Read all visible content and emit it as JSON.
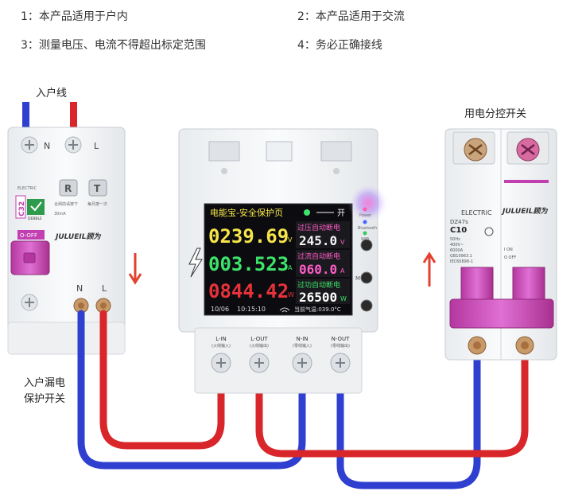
{
  "notes": {
    "n1": "1：本产品适用于户内",
    "n2": "2：本产品适用于交流",
    "n3": "3：测量电压、电流不得超出标定范围",
    "n4": "4：务必正确接线"
  },
  "labels": {
    "incoming_line": "入户线",
    "controlled_breaker": "用电分控开关",
    "leakage_line1": "入户漏电",
    "leakage_line2": "保护开关"
  },
  "leakage_breaker": {
    "terminal_n": "N",
    "terminal_l": "L",
    "terminal_n_bottom": "N",
    "terminal_l_bottom": "L",
    "btn_r": "R",
    "btn_t": "T",
    "brand_small": "ELECTRIC",
    "rating": "C32",
    "status_badge": "DEBBLE",
    "text_r": "合闸前请按下",
    "text_t": "每月按一次",
    "rating_ma": "30mA",
    "onoff": "O-OFF",
    "brand": "JULUEIL顾为"
  },
  "meter": {
    "title": "电能宝-安全保护页",
    "switch_label": "开",
    "voltage": "0239.69",
    "voltage_unit": "V",
    "current": "003.523",
    "current_unit": "A",
    "power": "0844.42",
    "power_unit": "W",
    "ov_label": "过压自动断电",
    "ov_value": "245.0",
    "ov_unit": "V",
    "oc_label": "过流自动断电",
    "oc_value": "060.0",
    "oc_unit": "A",
    "op_label": "过功自动断电",
    "op_value": "26500",
    "op_unit": "W",
    "date": "10/06",
    "time": "10:15:10",
    "temp": "当前气温:039.0°C",
    "led_power": "Power",
    "led_bluetooth": "Bluetooth",
    "led_wifi": "WiFi",
    "btn_m": "M",
    "terminals": [
      {
        "name": "L-IN",
        "sub": "(火线输入)"
      },
      {
        "name": "L-OUT",
        "sub": "(火线输出)"
      },
      {
        "name": "N-IN",
        "sub": "(零线输入)"
      },
      {
        "name": "N-OUT",
        "sub": "(零线输出)"
      }
    ]
  },
  "mcb": {
    "brand_small": "ELECTRIC",
    "model": "DZ47s",
    "rating": "C10",
    "spec1": "50Hz",
    "spec2": "400V~",
    "spec3": "6000A",
    "spec4": "GB10963.1",
    "spec5": "IEC60898-1",
    "on": "I ON",
    "off": "O OFF",
    "brand": "JULUEIL顾为"
  },
  "colors": {
    "live_wire": "#d9262a",
    "neutral_wire": "#2f3fcf",
    "breaker_handle": "#c23fb2",
    "voltage_text": "#f5e54a",
    "current_text": "#3de36b",
    "power_text": "#e8323a",
    "limit_text": "#ff5cc8"
  }
}
